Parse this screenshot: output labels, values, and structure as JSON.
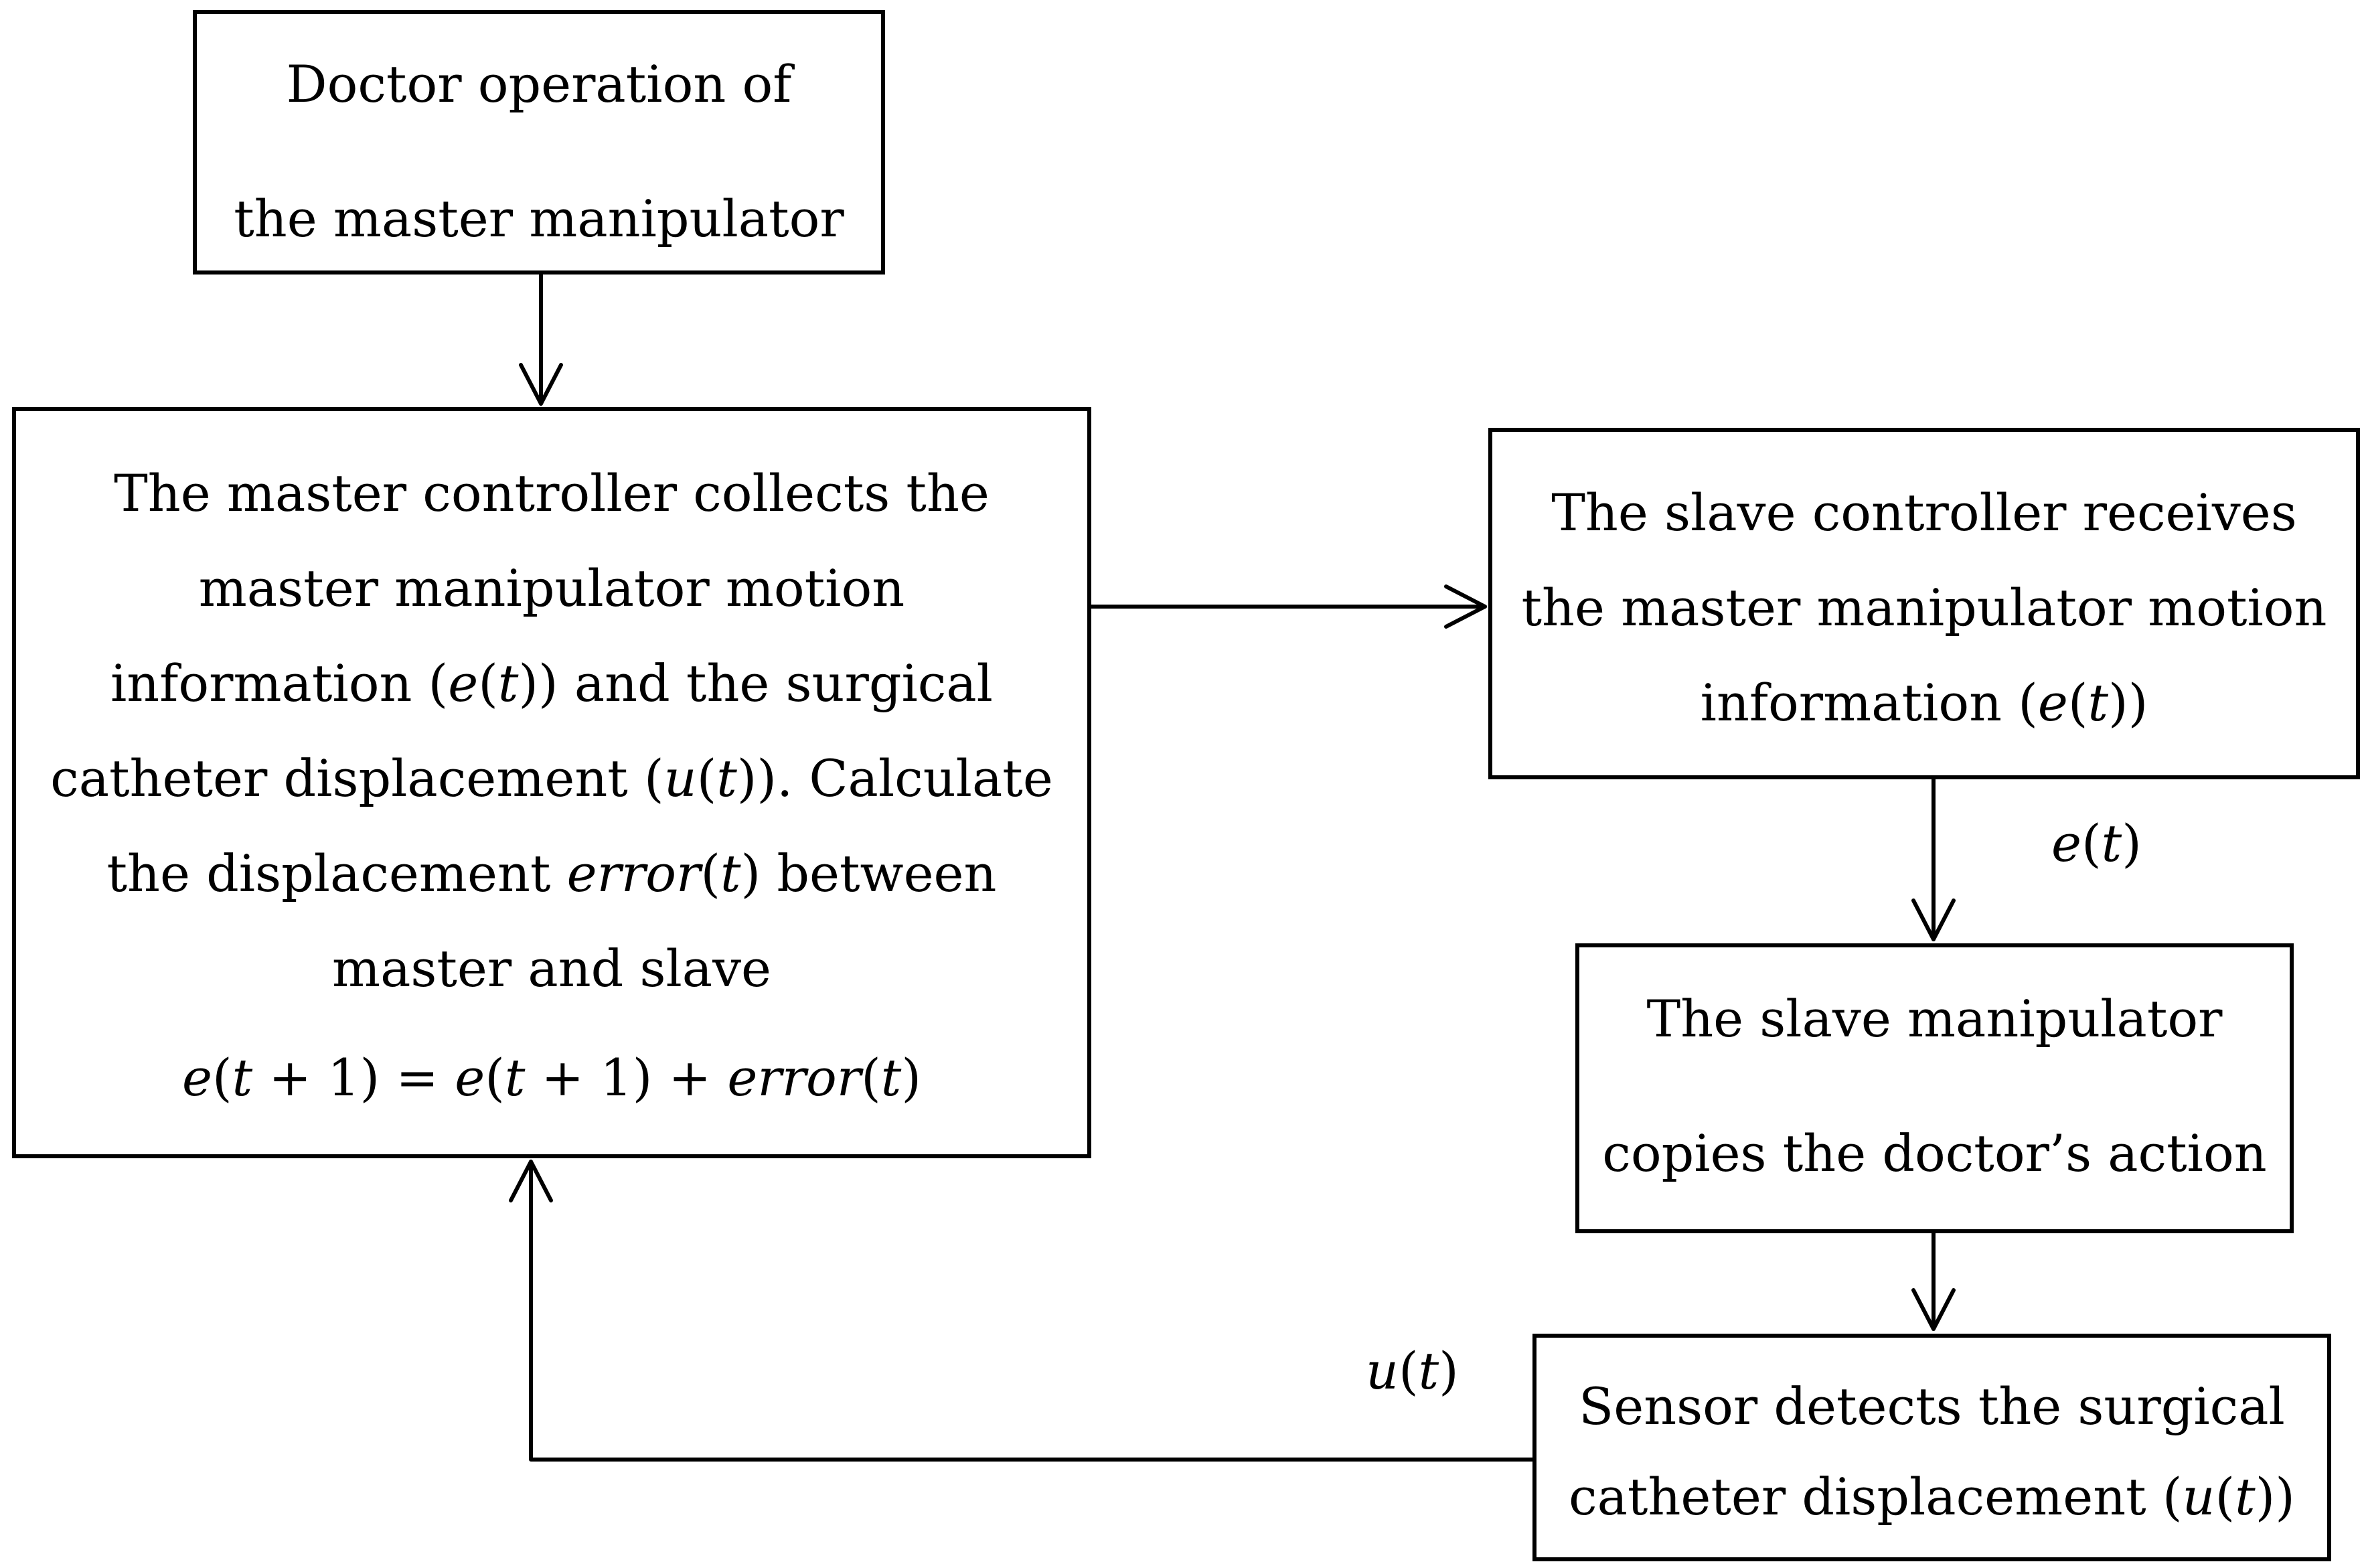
{
  "doctor_box": {
    "line1": "Doctor operation of",
    "line2": "the master manipulator"
  },
  "master_box": {
    "line1": "The master controller collects the",
    "line2": "master manipulator motion",
    "line3_pre": "information (",
    "line3_e": "e",
    "line3_mid1": "(",
    "line3_t": "t",
    "line3_post": ")) and the surgical",
    "line4_pre": "catheter displacement (",
    "line4_u": "u",
    "line4_mid1": "(",
    "line4_t": "t",
    "line4_post": ")). Calculate",
    "line5_pre": "the displacement ",
    "line5_error": "error",
    "line5_mid": "(",
    "line5_t": "t",
    "line5_post": ") between",
    "line6": "master and slave",
    "eq_e1": "e",
    "eq_p1": "(",
    "eq_t1": "t",
    "eq_p1b": " + 1) = ",
    "eq_e2": "e",
    "eq_p2": "(",
    "eq_t2": "t",
    "eq_p2b": " + 1) + ",
    "eq_error": "error",
    "eq_p3": "(",
    "eq_t3": "t",
    "eq_p3b": ")"
  },
  "slave_controller_box": {
    "line1": "The slave controller receives",
    "line2": "the master manipulator motion",
    "line3_pre": "information (",
    "line3_e": "e",
    "line3_mid": "(",
    "line3_t": "t",
    "line3_post": "))"
  },
  "slave_manipulator_box": {
    "line1": "The slave manipulator",
    "line2": "copies the doctor’s action"
  },
  "sensor_box": {
    "line1": "Sensor detects the surgical",
    "line2_pre": "catheter displacement (",
    "line2_u": "u",
    "line2_mid": "(",
    "line2_t": "t",
    "line2_post": "))"
  },
  "labels": {
    "e_label_e": "e",
    "e_label_p": "(",
    "e_label_t": "t",
    "e_label_c": ")",
    "u_label_u": "u",
    "u_label_p": "(",
    "u_label_t": "t",
    "u_label_c": ")"
  }
}
